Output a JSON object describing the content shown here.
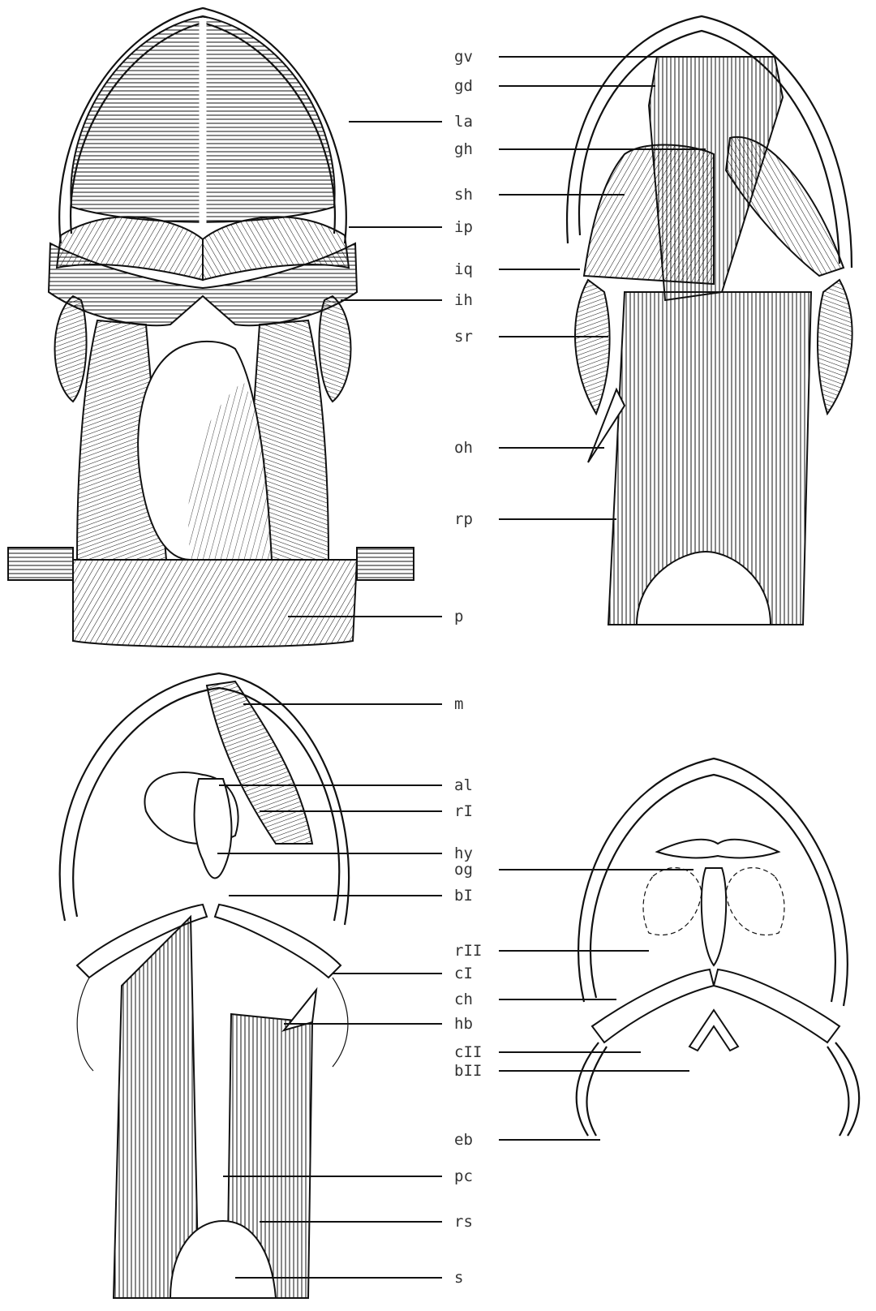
{
  "panels": [
    {
      "id": "dorsal-muscles",
      "labels": [
        "la",
        "ip",
        "ih",
        "p"
      ]
    },
    {
      "id": "ventral-muscles",
      "labels": [
        "gv",
        "gd",
        "gh",
        "sh",
        "iq",
        "sr",
        "oh",
        "rp"
      ]
    },
    {
      "id": "deep-muscles",
      "labels": [
        "m",
        "al",
        "rI",
        "hy",
        "bI",
        "cI",
        "hb",
        "pc",
        "rs",
        "s"
      ]
    },
    {
      "id": "skeleton",
      "labels": [
        "og",
        "rII",
        "ch",
        "cII",
        "bII",
        "eb"
      ]
    }
  ],
  "colors": {
    "ink": "#111111",
    "label": "#333333",
    "paper": "#ffffff"
  }
}
